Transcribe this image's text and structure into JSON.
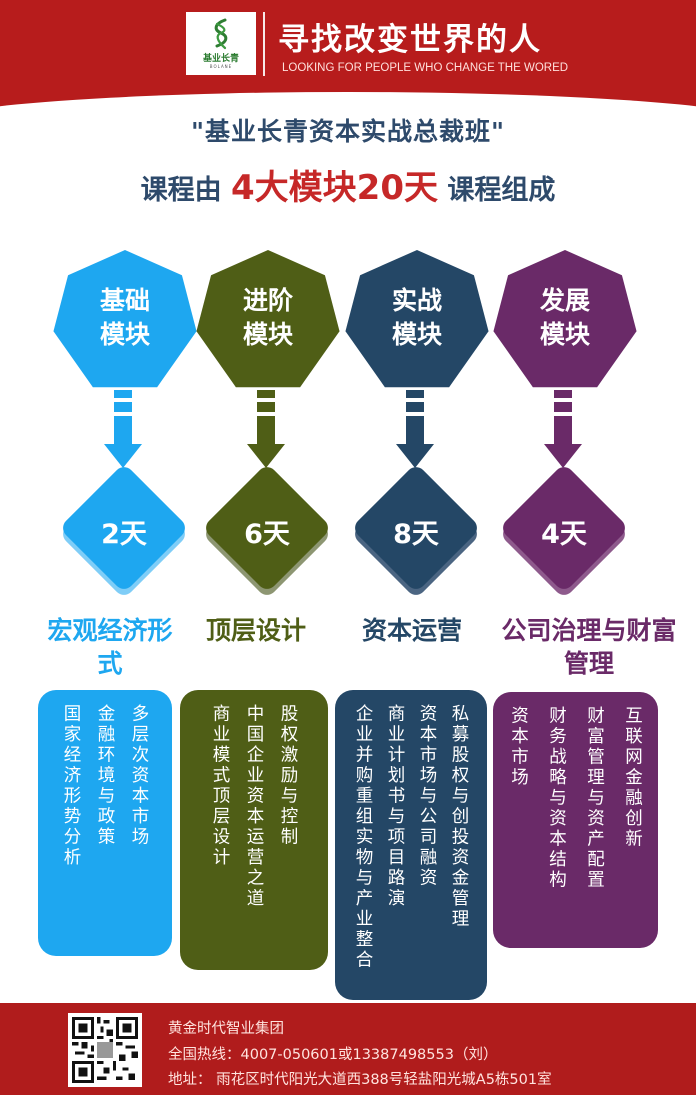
{
  "header": {
    "logo_text": "基业长青",
    "logo_subtext": "BOLANE",
    "slogan_cn": "寻找改变世界的人",
    "slogan_en": "LOOKING FOR PEOPLE WHO CHANGE THE WORED",
    "colors": {
      "banner": "#b71c1c",
      "logo_green": "#2e7d32"
    }
  },
  "title": {
    "line1": "\"基业长青资本实战总裁班\"",
    "line2_prefix": "课程由 ",
    "line2_highlight": "4大模块20天",
    "line2_suffix": " 课程组成",
    "colors": {
      "text": "#2e4a6b",
      "highlight": "#c62828"
    }
  },
  "modules": [
    {
      "name": "基础模块",
      "days": "2天",
      "topic": "宏观经济形式",
      "color": "#1ea7f0",
      "items": [
        "多层次资本市场",
        "金融环境与政策",
        "国家经济形势分析"
      ]
    },
    {
      "name": "进阶模块",
      "days": "6天",
      "topic": "顶层设计",
      "color": "#4f5e16",
      "items": [
        "股权激励与控制",
        "中国企业资本运营之道",
        "商业模式顶层设计"
      ]
    },
    {
      "name": "实战模块",
      "days": "8天",
      "topic": "资本运营",
      "color": "#244766",
      "items": [
        "私募股权与创投资金管理",
        "资本市场与公司融资",
        "商业计划书与项目路演",
        "企业并购重组实物与产业整合"
      ]
    },
    {
      "name": "发展模块",
      "days": "4天",
      "topic": "公司治理与财富管理",
      "color": "#6a2a68",
      "items": [
        "互联网金融创新",
        "财富管理与资产配置",
        "财务战略与资本结构",
        "资本市场"
      ]
    }
  ],
  "footer": {
    "company": "黄金时代智业集团",
    "hotline": "全国热线：4007-050601或13387498553（刘）",
    "address": "地址： 雨花区时代阳光大道西388号轻盐阳光城A5栋501室",
    "qr_icon": "qr-code-icon",
    "color": "#b01c1c"
  }
}
